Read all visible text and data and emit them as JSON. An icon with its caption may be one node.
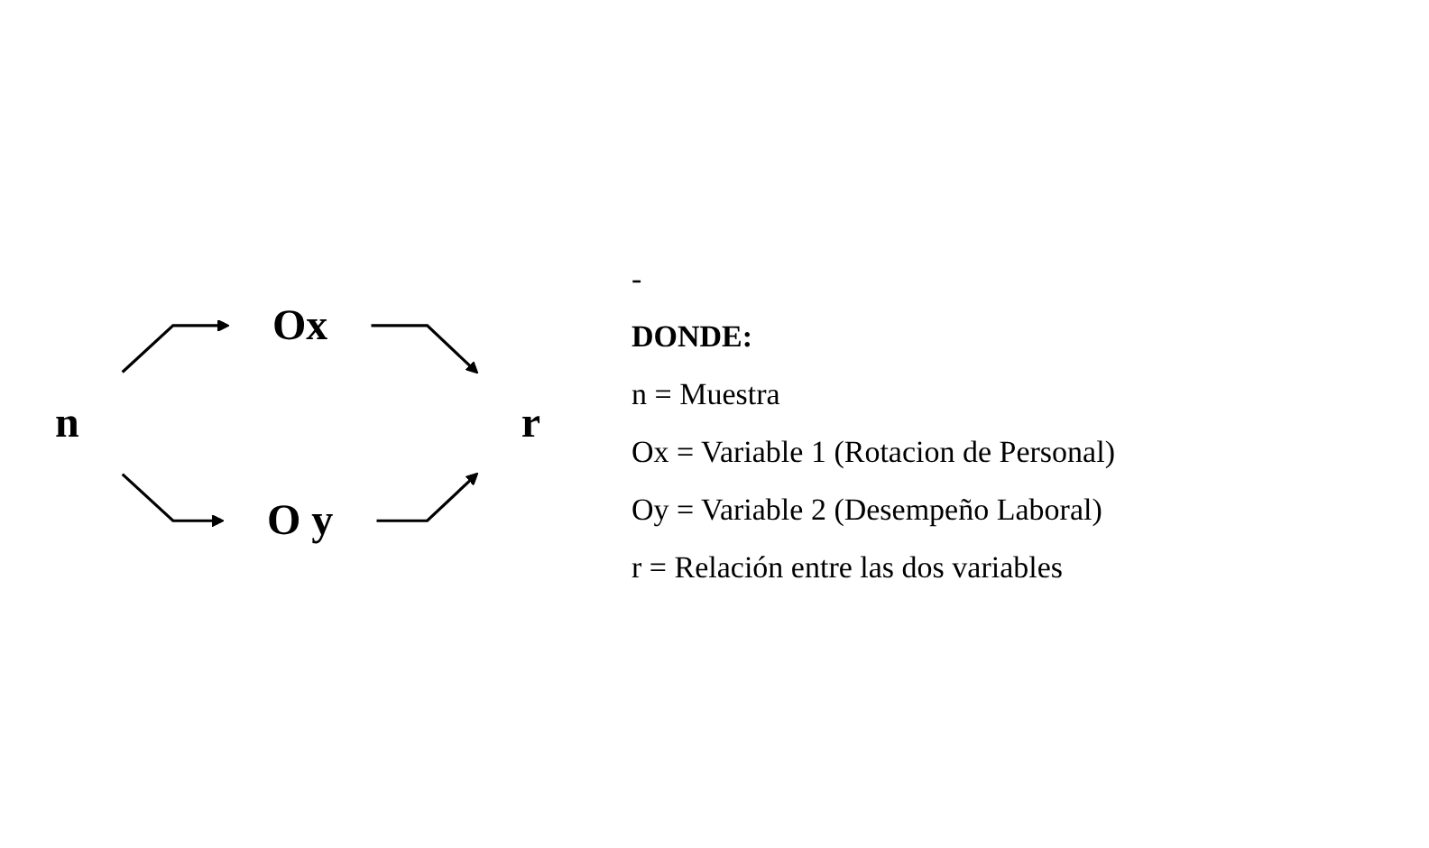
{
  "diagram": {
    "nodes": [
      {
        "text": [
          "n"
        ]
      },
      {
        "text": [
          "Ox"
        ]
      },
      {
        "text": [
          "r"
        ]
      },
      {
        "text": [
          "O y"
        ]
      }
    ],
    "edges": [
      {
        "from": 0,
        "to": 1,
        "arrow": "to"
      },
      {
        "from": 0,
        "to": 3,
        "arrow": "to"
      },
      {
        "from": 1,
        "to": 2,
        "arrow": "to"
      },
      {
        "from": 3,
        "to": 2,
        "arrow": "to"
      }
    ],
    "labels": [
      "-",
      "DONDE:",
      "n = Muestra",
      "Ox = Variable 1 (Rotacion de Personal)",
      "Oy = Variable 2 (Desempeño Laboral)",
      "r = Relación entre las dos variables"
    ]
  }
}
